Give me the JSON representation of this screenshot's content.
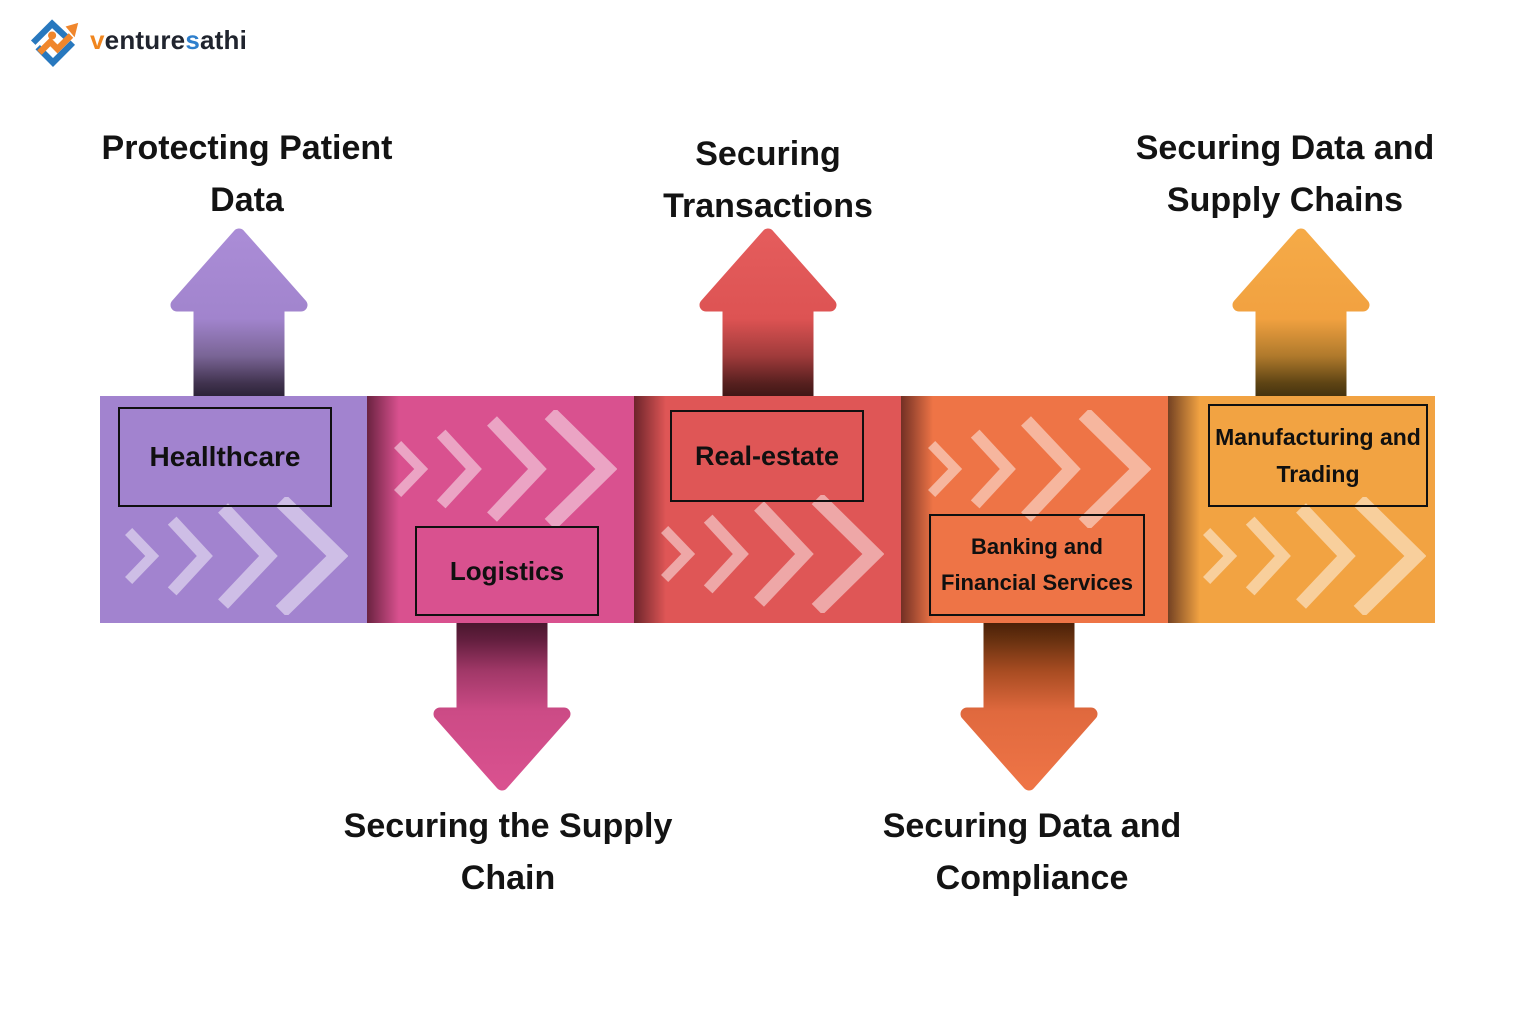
{
  "brand": {
    "part_v": "v",
    "part_enture": "enture",
    "part_s": "s",
    "part_athi": "athi",
    "full_name": "venturesathi"
  },
  "palette": {
    "healthcare": "#a283cf",
    "logistics": "#d9518f",
    "real_estate": "#df5656",
    "banking": "#ee7446",
    "manufacturing": "#f2a342",
    "brand_orange": "#f0861f",
    "brand_blue": "#2e7fcc",
    "text": "#131313"
  },
  "sections": [
    {
      "industry": "Heallthcare",
      "outcome": "Protecting Patient Data",
      "arrow_direction": "up",
      "color": "#a283cf"
    },
    {
      "industry": "Logistics",
      "outcome": "Securing the Supply Chain",
      "arrow_direction": "down",
      "color": "#d9518f"
    },
    {
      "industry": "Real-estate",
      "outcome": "Securing Transactions",
      "arrow_direction": "up",
      "color": "#df5656"
    },
    {
      "industry": "Banking and Financial Services",
      "outcome": "Securing Data and Compliance",
      "arrow_direction": "down",
      "color": "#ee7446"
    },
    {
      "industry": "Manufacturing and Trading",
      "outcome": "Securing Data and Supply Chains",
      "arrow_direction": "up",
      "color": "#f2a342"
    }
  ]
}
